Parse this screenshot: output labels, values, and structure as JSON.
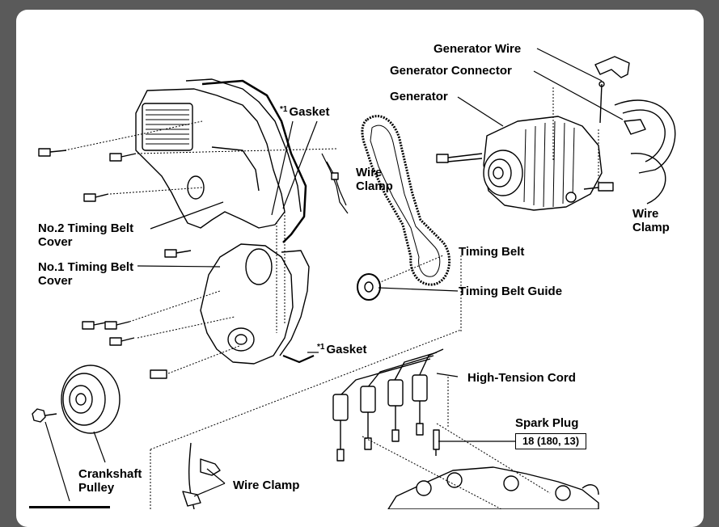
{
  "labels": {
    "generator_wire": "Generator Wire",
    "generator_connector": "Generator Connector",
    "generator": "Generator",
    "gasket_top_mark": "*1",
    "gasket_top": "Gasket",
    "wire_clamp_mid": "Wire\nClamp",
    "wire_clamp_right": "Wire\nClamp",
    "no2_cover": "No.2 Timing Belt\nCover",
    "no1_cover": "No.1 Timing Belt\nCover",
    "timing_belt": "Timing Belt",
    "timing_belt_guide": "Timing Belt Guide",
    "gasket_bottom_mark": "*1",
    "gasket_bottom": "Gasket",
    "high_tension_cord": "High-Tension Cord",
    "spark_plug": "Spark Plug",
    "spark_plug_torque": "18 (180, 13)",
    "crankshaft_pulley": "Crankshaft\nPulley",
    "wire_clamp_bottom": "Wire Clamp"
  }
}
